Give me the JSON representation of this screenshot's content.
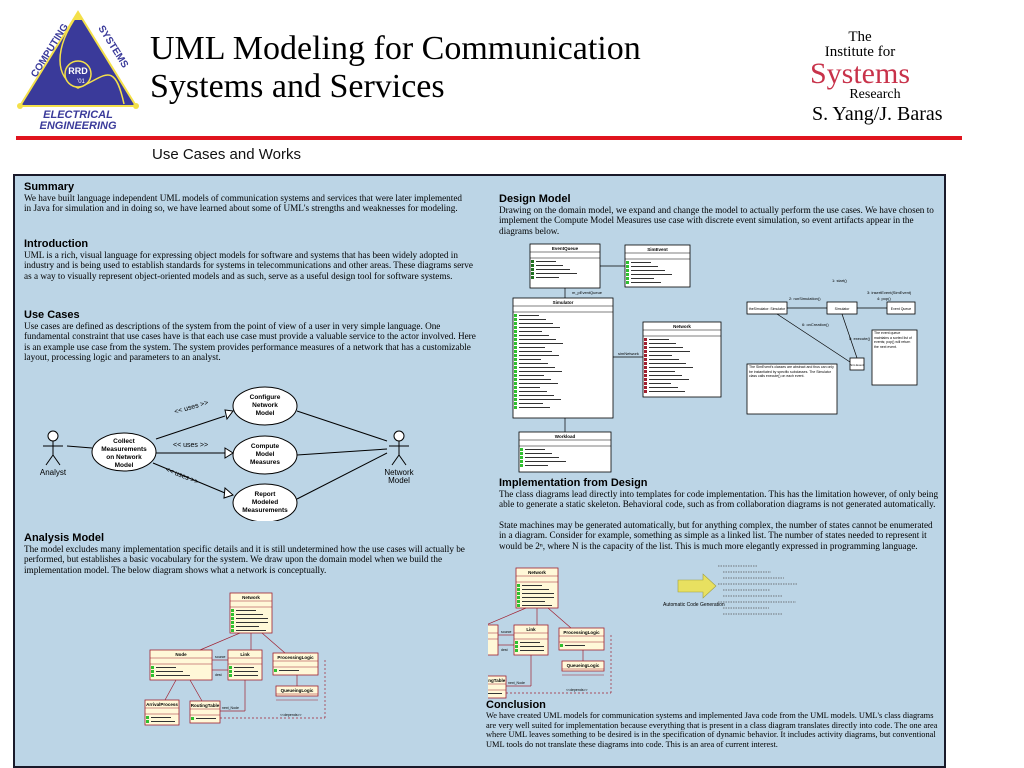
{
  "header": {
    "title_line1": "UML Modeling for Communication",
    "title_line2": "Systems and  Services",
    "subtitle": "Use Cases and Works",
    "authors": "S. Yang/J. Baras"
  },
  "logo_left": {
    "top_left": "COMPUTING",
    "top_right": "SYSTEMS",
    "center": "RRD",
    "center_sub": "'01",
    "bottom1": "ELECTRICAL",
    "bottom2": "ENGINEERING"
  },
  "logo_right": {
    "line1": "The",
    "line2": "Institute for",
    "line3": "Systems",
    "line4": "Research"
  },
  "colors": {
    "accent_red": "#e0141e",
    "panel_bg": "#bcd5e6",
    "isr_red": "#c8324a",
    "logo_blue": "#3a3a9a",
    "logo_yellow": "#f4e04a"
  },
  "sections": {
    "summary": {
      "heading": "Summary",
      "body": "We have built language independent UML models of communication systems and services that were later implemented in Java for  simulation and in doing so, we have learned about some of UML's strengths and weaknesses for modeling."
    },
    "introduction": {
      "heading": "Introduction",
      "body": "UML is a rich, visual language for expressing object models for software and systems that has been widely adopted in industry and is being used to establish standards for systems in telecommunications and other areas. These diagrams serve as a way to visually represent  object-oriented models and as such, serve as a useful design tool for software systems."
    },
    "use_cases": {
      "heading": "Use Cases",
      "body": "Use cases are defined as descriptions of the system from the point of view of a user in very simple language. One fundamental constraint  that use cases have is that each use case must provide a valuable service to the actor involved. Here is an example use case from the system.  The system provides performance measures of a network that has a customizable layout, processing logic and parameters to an analyst."
    },
    "analysis_model": {
      "heading": "Analysis Model",
      "body": "The model excludes many implementation specific details and it is still undetermined how the use cases will actually be performed, but  establishes a basic vocabulary for the system.  We draw upon the domain model when we build the implementation model.  The below  diagram shows what a network is conceptually."
    },
    "design_model": {
      "heading": "Design Model",
      "body": "Drawing on the domain model, we expand and change the model to actually perform the use cases.  We have chosen to implement the  Compute Model Measures use case with discrete event simulation, so event artifacts appear in the diagrams below."
    },
    "implementation": {
      "heading": "Implementation from Design",
      "body1": "The class diagrams lead directly into templates for code implementation.  This has the limitation however, of only being able to generate a  static skeleton.  Behavioral code, such as from  collaboration diagrams is not generated automatically.",
      "body2": "State machines may be generated automatically, but for anything complex, the number of states cannot be enumerated in a diagram.    Consider for example, something as simple as a linked list.  The number of states needed to represent it would be 2ⁿ, where N is the capacity  of the list.  This is much more elegantly expressed in programming language."
    },
    "conclusion": {
      "heading": "Conclusion",
      "body": "We have created UML models  for communication systems and  implemented Java code from the UML models.  UML's class diagrams are  very well suited  for implementation because everything that is present in a class  diagram translates directly into  code. The one area where  UML leaves something  to be desired is in the specification of dynamic behavior.  It includes activity diagrams, but conventional UML tools  do  not translate these diagrams into  code.  This is an area of current interest."
    }
  },
  "use_case_diagram": {
    "actor_left": "Analyst",
    "actor_right_line1": "Network",
    "actor_right_line2": "Model",
    "uc_collect": [
      "Collect",
      "Measurements",
      "on Network",
      "Model"
    ],
    "uc_configure": [
      "Configure",
      "Network",
      "Model"
    ],
    "uc_compute": [
      "Compute",
      "Model",
      "Measures"
    ],
    "uc_report": [
      "Report",
      "Modeled",
      "Measurements"
    ],
    "rel_uses": "<< uses >>"
  },
  "analysis_diagram": {
    "classes": [
      "Network",
      "Node",
      "Link",
      "ProcessingLogic",
      "QueueingLogic",
      "ArrivalProcess",
      "RoutingTable"
    ],
    "labels": [
      "source",
      "dest",
      "<<depends>>",
      "next_Node"
    ]
  },
  "design_diagram": {
    "classes": [
      "EventQueue",
      "SimEvent",
      "Simulator",
      "Network",
      "Workload"
    ],
    "labels": [
      "m_pEventQueue",
      "simNetwork"
    ],
    "collab_objects": [
      "theSimulator: Simulator",
      "Simulator",
      "Event Queue",
      "Sim Event"
    ],
    "collab_msgs": [
      "1: start()",
      "2: runSimulation()",
      "3: insertEvent(SimEvent)",
      "4: pop()",
      "5: execute()",
      "6: onCreation()"
    ],
    "note1": "The SimEvent's classes are abstract and thus can only be instantiated by specific subclasses. The Simulator class calls execute() on each event.",
    "note2": "The event queue maintains a sorted list of events; pop() will return the next event."
  },
  "codegen": {
    "arrow_label": "Automatic Code Generation"
  }
}
